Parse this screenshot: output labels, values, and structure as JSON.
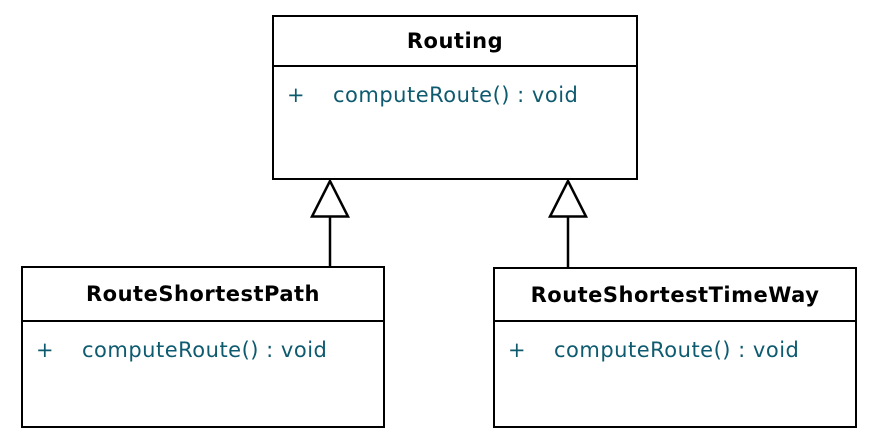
{
  "diagram": {
    "kind": "uml-class-diagram",
    "colors": {
      "box_border": "#000000",
      "box_fill": "#ffffff",
      "class_name_text": "#000000",
      "member_text": "#0e5a6f"
    },
    "classes": [
      {
        "id": "routing",
        "name": "Routing",
        "methods": [
          {
            "visibility": "+",
            "signature": "computeRoute() : void"
          }
        ]
      },
      {
        "id": "route-shortest-path",
        "name": "RouteShortestPath",
        "methods": [
          {
            "visibility": "+",
            "signature": "computeRoute() : void"
          }
        ]
      },
      {
        "id": "route-shortest-time-way",
        "name": "RouteShortestTimeWay",
        "methods": [
          {
            "visibility": "+",
            "signature": "computeRoute() : void"
          }
        ]
      }
    ],
    "relations": [
      {
        "type": "generalization",
        "from": "RouteShortestPath",
        "to": "Routing"
      },
      {
        "type": "generalization",
        "from": "RouteShortestTimeWay",
        "to": "Routing"
      }
    ]
  }
}
